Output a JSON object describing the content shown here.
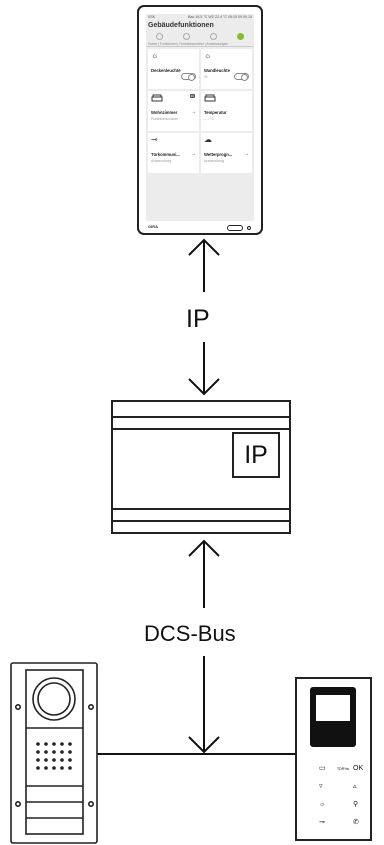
{
  "tablet": {
    "status_left": "SSK",
    "status_right": "Bad 18.5 °C  WZ 22.4 °C  09:15  09.09.15",
    "title": "Gebäudefunktionen",
    "breadcrumb": "Home | Funktionen | Funktionsordner | Anwendungen",
    "tiles": [
      {
        "label": "Deckenleuchte",
        "sub": "",
        "control": "toggle",
        "icon": "light-icon"
      },
      {
        "label": "Wandleuchte",
        "sub": "%",
        "control": "toggle",
        "icon": "light-icon"
      },
      {
        "label": "Wohnzimmer",
        "sub": "Funktionsordner",
        "control": "arrow",
        "icon": "sofa-icon"
      },
      {
        "label": "Temperatur",
        "sub": "--.- °C",
        "control": "stepper",
        "icon": "sofa-icon"
      },
      {
        "label": "Türkommuni...",
        "sub": "Anwendung",
        "control": "arrow",
        "icon": "key-icon"
      },
      {
        "label": "Wetterprogn...",
        "sub": "Anwendung",
        "control": "arrow",
        "icon": "weather-icon"
      }
    ],
    "brand": "GIRA"
  },
  "diagram": {
    "link_top_label": "IP",
    "gateway_label": "IP",
    "link_bottom_label": "DCS-Bus"
  },
  "indoor_station": {
    "keys_left": [
      "▭",
      "▿",
      "☼",
      "⊸"
    ],
    "keys_right": [
      "OK",
      "▵",
      "⚲",
      "✆"
    ],
    "small_label": "TDR%s"
  }
}
